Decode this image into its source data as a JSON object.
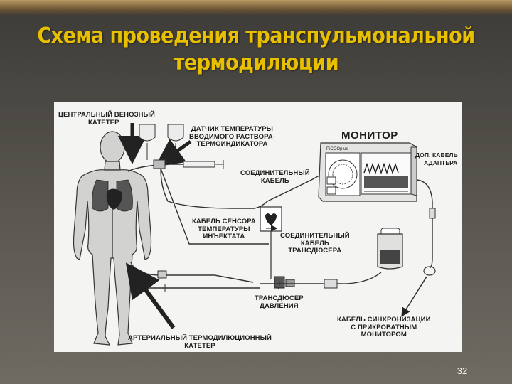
{
  "slide": {
    "title_line1": "Схема  проведения транспульмональной",
    "title_line2": "термодилюции",
    "page_number": "32"
  },
  "diagram": {
    "labels": {
      "central_catheter_1": "ЦЕНТРАЛЬНЫЙ ВЕНОЗНЫЙ",
      "central_catheter_2": "КАТЕТЕР",
      "temp_sensor_1": "ДАТЧИК ТЕМПЕРАТУРЫ",
      "temp_sensor_2": "ВВОДИМОГО РАСТВОРА-",
      "temp_sensor_3": "ТЕРМОИНДИКАТОРА",
      "monitor": "МОНИТОР",
      "brand": "PiCCOplus",
      "extra_cable_1": "ДОП. КАБЕЛЬ",
      "extra_cable_2": "АДАПТЕРА",
      "connect_cable_1": "СОЕДИНИТЕЛЬНЫЙ",
      "connect_cable_2": "КАБЕЛЬ",
      "sensor_cable_1": "КАБЕЛЬ СЕНСОРА",
      "sensor_cable_2": "ТЕМПЕРАТУРЫ",
      "sensor_cable_3": "ИНЪЕКТАТА",
      "transducer_cable_1": "СОЕДИНИТЕЛЬНЫЙ",
      "transducer_cable_2": "КАБЕЛЬ",
      "transducer_cable_3": "ТРАНСДЮСЕРА",
      "pressure_transducer_1": "ТРАНСДЮСЕР",
      "pressure_transducer_2": "ДАВЛЕНИЯ",
      "sync_cable_1": "КАБЕЛЬ СИНХРОНИЗАЦИИ",
      "sync_cable_2": "С ПРИКРОВАТНЫМ",
      "sync_cable_3": "МОНИТОРОМ",
      "arterial_catheter_1": "АРТЕРИАЛЬНЫЙ ТЕРМОДИЛЮЦИОННЫЙ",
      "arterial_catheter_2": "КАТЕТЕР"
    }
  }
}
